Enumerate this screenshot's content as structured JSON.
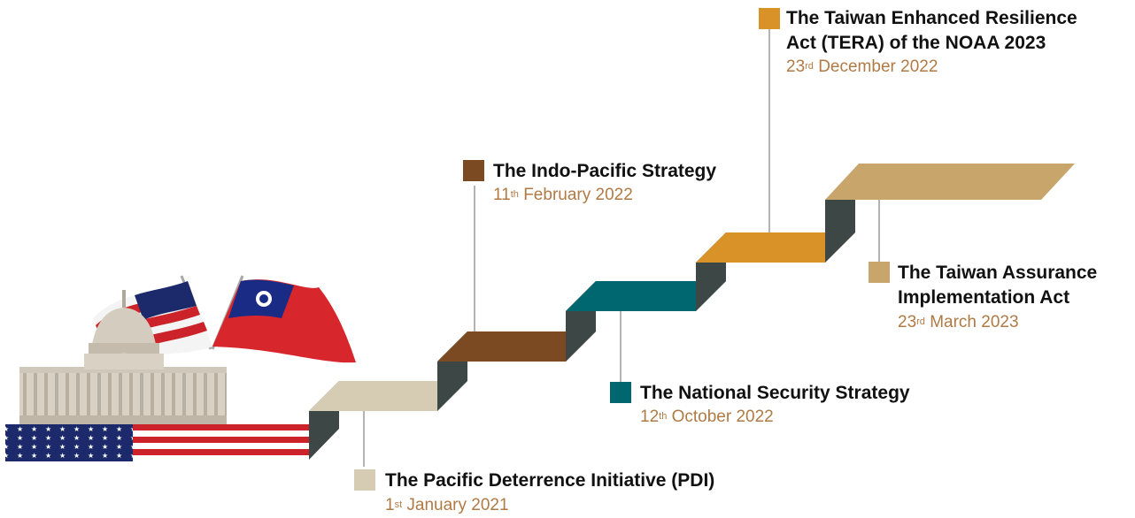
{
  "colors": {
    "step1": "#d6ccb4",
    "step2": "#7b4a22",
    "step3": "#006770",
    "step4": "#d99228",
    "step5": "#c8a56a",
    "riser": "#3c4746",
    "date_text": "#b07a45",
    "flag_red": "#cc2229",
    "flag_blue": "#1c2a6b"
  },
  "icons": {
    "capitol": "capitol-building-icon",
    "us_flag": "us-flag-icon",
    "taiwan_flag": "taiwan-flag-icon"
  },
  "milestones": [
    {
      "title_lines": [
        "The Pacific Deterrence Initiative (PDI)"
      ],
      "date": {
        "day": "1",
        "suffix": "st",
        "rest": " January 2021"
      },
      "marker_color": "#d6ccb4"
    },
    {
      "title_lines": [
        "The Indo-Pacific Strategy"
      ],
      "date": {
        "day": "11",
        "suffix": "th",
        "rest": " February 2022"
      },
      "marker_color": "#7b4a22"
    },
    {
      "title_lines": [
        "The National Security Strategy"
      ],
      "date": {
        "day": "12",
        "suffix": "th",
        "rest": " October 2022"
      },
      "marker_color": "#006770"
    },
    {
      "title_lines": [
        "The Taiwan Enhanced Resilience",
        "Act (TERA) of the NOAA 2023"
      ],
      "date": {
        "day": "23",
        "suffix": "rd",
        "rest": " December 2022"
      },
      "marker_color": "#d99228"
    },
    {
      "title_lines": [
        "The Taiwan Assurance",
        "Implementation Act"
      ],
      "date": {
        "day": "23",
        "suffix": "rd",
        "rest": " March 2023"
      },
      "marker_color": "#c8a56a"
    }
  ]
}
